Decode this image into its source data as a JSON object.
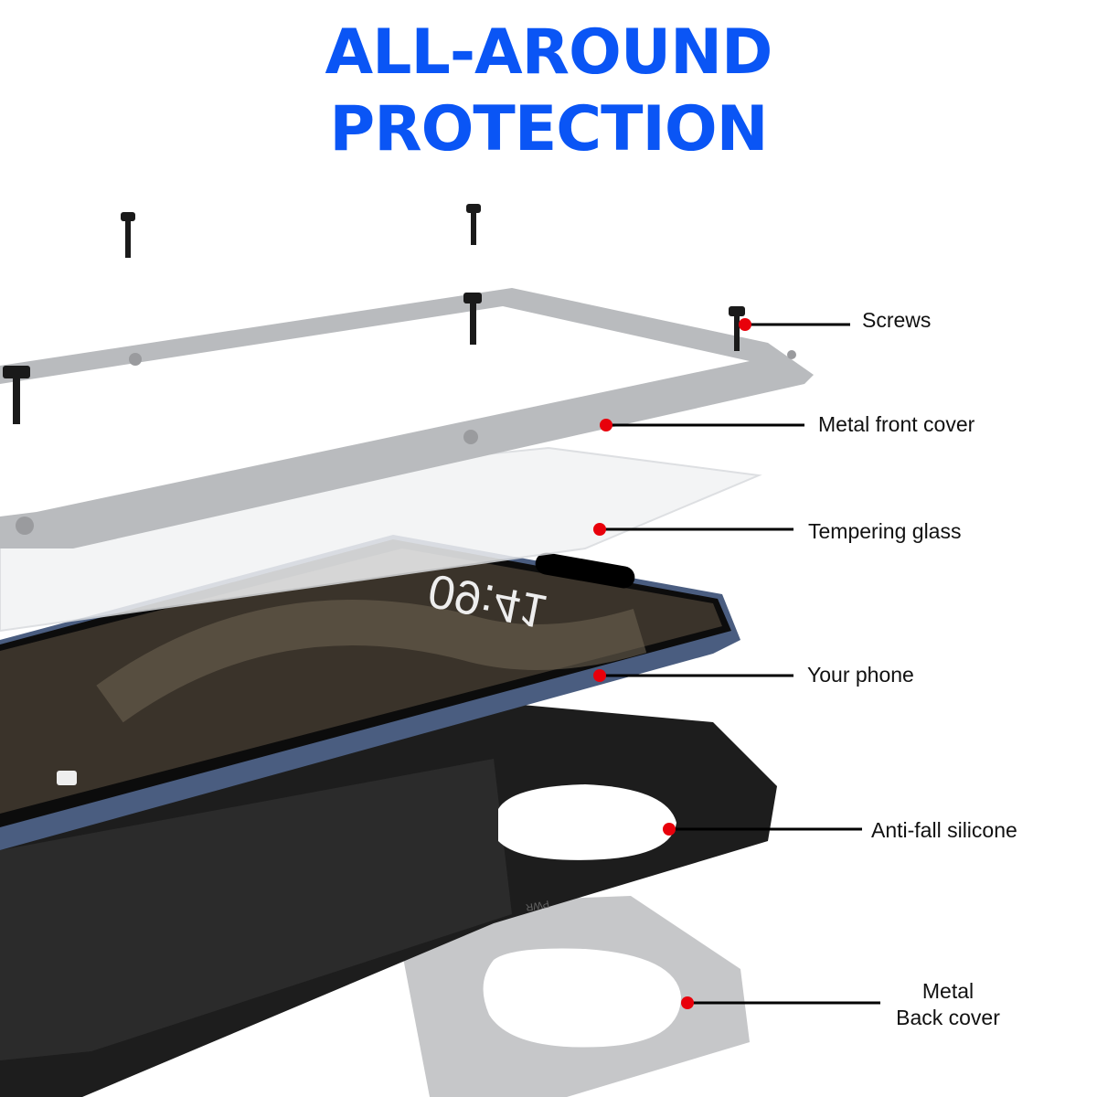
{
  "title": {
    "line1": "ALL-AROUND",
    "line2": "PROTECTION",
    "color": "#0a55f5"
  },
  "phone_screen": {
    "time": "09:41"
  },
  "silicone_marking": "PWR",
  "callouts": [
    {
      "label": "Screws"
    },
    {
      "label": "Metal front cover"
    },
    {
      "label": "Tempering glass"
    },
    {
      "label": "Your phone"
    },
    {
      "label": "Anti-fall silicone"
    },
    {
      "label_line1": "Metal",
      "label_line2": "Back cover"
    }
  ],
  "colors": {
    "dot": "#e8000b",
    "leader": "#000000",
    "metal": "#c9cacc",
    "silicone": "#1a1a1a",
    "phone_frame": "#3c4e6e"
  }
}
